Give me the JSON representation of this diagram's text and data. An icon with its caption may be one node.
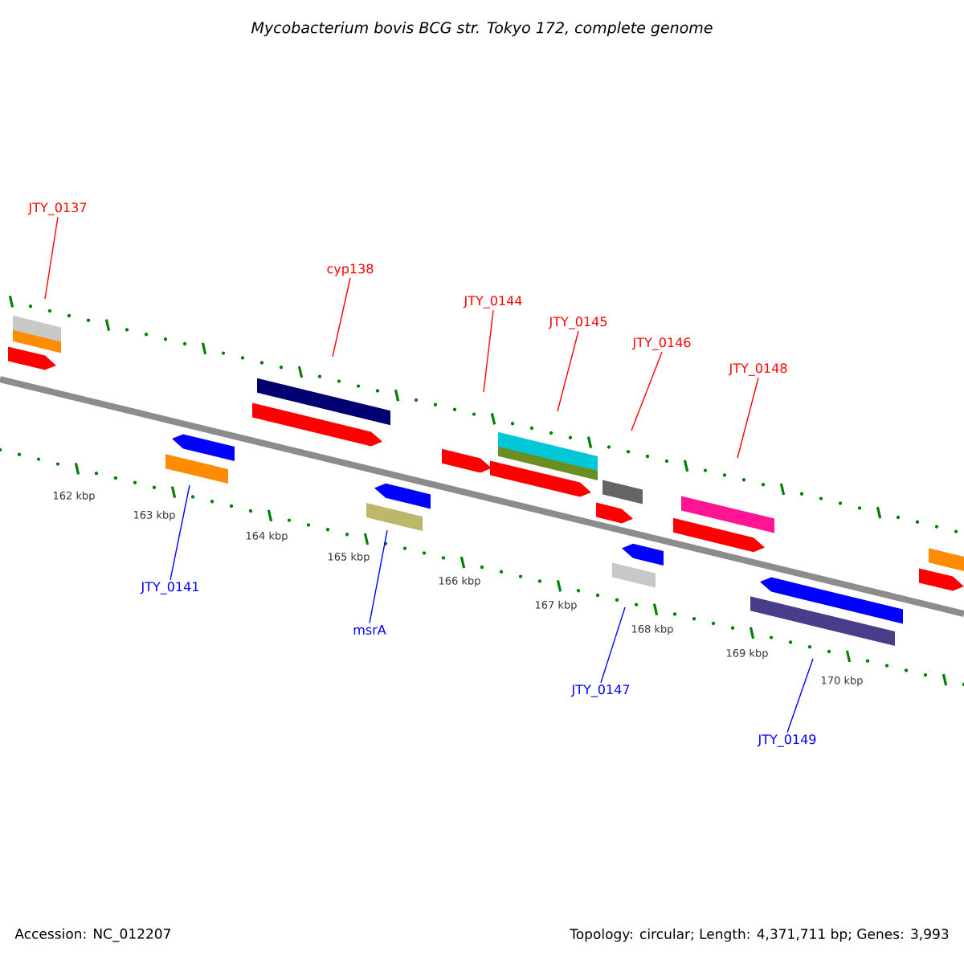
{
  "diagram": {
    "title": "Mycobacterium bovis BCG str. Tokyo 172, complete genome",
    "nodes": [
      {
        "text": [
          "JTY_0137"
        ]
      },
      {
        "text": [
          "cyp138"
        ]
      },
      {
        "text": [
          "JTY_0144"
        ]
      },
      {
        "text": [
          "JTY_0145"
        ]
      },
      {
        "text": [
          "JTY_0146"
        ]
      },
      {
        "text": [
          "JTY_0148"
        ]
      },
      {
        "text": [
          "JTY_0141"
        ]
      },
      {
        "text": [
          "msrA"
        ]
      },
      {
        "text": [
          "JTY_0147"
        ]
      },
      {
        "text": [
          "JTY_0149"
        ]
      }
    ],
    "edges": [
      {
        "from": 0,
        "to": null,
        "arrow": "none"
      },
      {
        "from": 1,
        "to": null,
        "arrow": "none"
      },
      {
        "from": 2,
        "to": null,
        "arrow": "none"
      },
      {
        "from": 3,
        "to": null,
        "arrow": "none"
      },
      {
        "from": 4,
        "to": null,
        "arrow": "none"
      },
      {
        "from": 5,
        "to": null,
        "arrow": "none"
      },
      {
        "from": 6,
        "to": null,
        "arrow": "none",
        "color": "#0000ff"
      },
      {
        "from": 7,
        "to": null,
        "arrow": "none",
        "color": "#0000ff"
      },
      {
        "from": 8,
        "to": null,
        "arrow": "none",
        "color": "#0000ff"
      },
      {
        "from": 9,
        "to": null,
        "arrow": "none",
        "color": "#0000ff"
      }
    ],
    "labels": [
      "162 kbp",
      "163 kbp",
      "164 kbp",
      "165 kbp",
      "166 kbp",
      "167 kbp",
      "168 kbp",
      "169 kbp",
      "170 kbp",
      "Accession: NC_012207",
      "Topology: circular; Length: 4,371,711 bp; Genes: 3,993"
    ]
  }
}
